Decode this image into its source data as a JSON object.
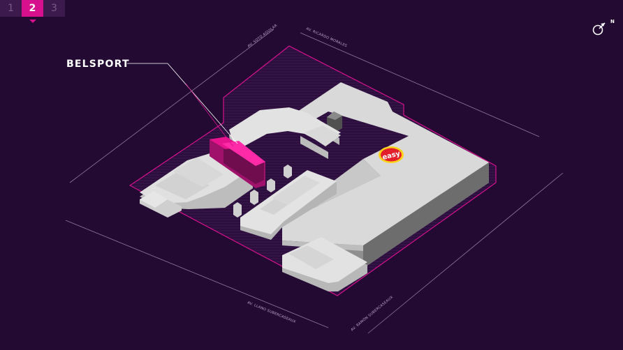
{
  "floor_selector": {
    "floors": [
      {
        "label": "1",
        "active": false
      },
      {
        "label": "2",
        "active": true
      },
      {
        "label": "3",
        "active": false
      }
    ]
  },
  "store": {
    "name": "BELSPORT",
    "highlight_color": "#e8148f"
  },
  "streets": {
    "north_west": "AV. SOTO AGUILAR",
    "north_east": "AV. RICARDO MORALES",
    "south_west": "AV. LLANO SUBERCASEAUX",
    "south_east": "AV. RAMÓN SUBERCASEAUX"
  },
  "anchor_logo": {
    "text": "easy",
    "color": "#e41e2b"
  },
  "compass": {
    "label": "N"
  },
  "colors": {
    "background": "#230a32",
    "building": "#d9d9d9",
    "site_outline": "#d7118d",
    "accent": "#d7118d"
  }
}
